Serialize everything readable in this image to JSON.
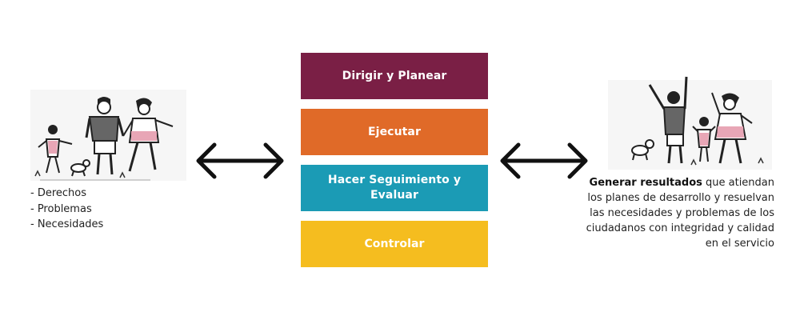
{
  "boxes": [
    {
      "label": "Dirigir y Planear",
      "color": "#7a1f45"
    },
    {
      "label": "Ejecutar",
      "color": "#e06a28"
    },
    {
      "label": "Hacer Seguimiento y Evaluar",
      "color": "#1b9bb5"
    },
    {
      "label": "Controlar",
      "color": "#f5bd1f"
    }
  ],
  "left_list": [
    "- Derechos",
    "- Problemas",
    "- Necesidades"
  ],
  "right_text": {
    "bold": "Generar resultados",
    "rest": " que atiendan los planes de desarrollo y resuelvan las necesidades y problemas de los ciudadanos con integridad y calidad en el servicio"
  },
  "icons": {
    "left_illustration": "family-walking-illustration",
    "right_illustration": "family-celebrating-illustration",
    "left_arrow": "double-arrow-icon",
    "right_arrow": "double-arrow-icon"
  }
}
